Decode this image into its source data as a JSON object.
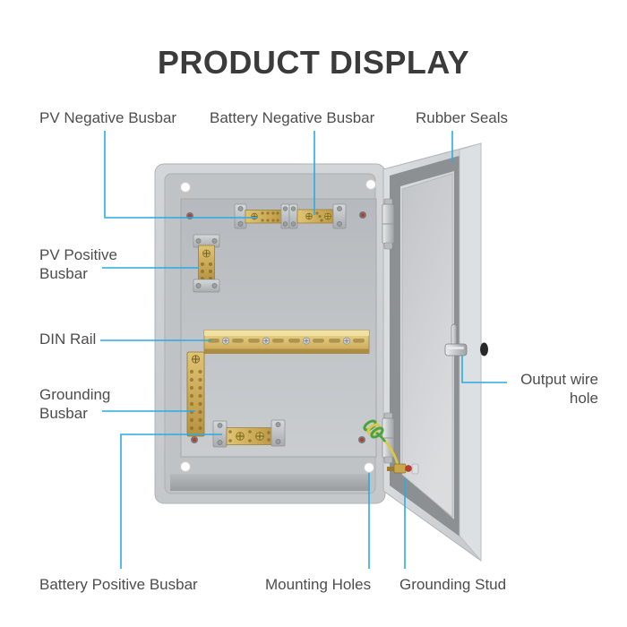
{
  "page_title": "PRODUCT DISPLAY",
  "callouts": {
    "pv_negative_busbar": "PV Negative Busbar",
    "battery_negative_busbar": "Battery Negative Busbar",
    "rubber_seals": "Rubber Seals",
    "pv_positive_busbar": "PV Positive Busbar",
    "din_rail": "DIN Rail",
    "grounding_busbar": "Grounding Busbar",
    "output_wire_hole": "Output wire hole",
    "battery_positive_busbar": "Battery Positive Busbar",
    "mounting_holes": "Mounting Holes",
    "grounding_stud": "Grounding Stud"
  },
  "colors": {
    "callout_accent": "#29ABE2",
    "title_text": "#3B3B3B",
    "label_text": "#4D4D4D",
    "enclosure_gray": "#CBCED1",
    "mounting_plate_gray": "#BEC2C5",
    "busbar_brass": "#C9A84C",
    "din_rail_gold": "#D8BC66",
    "rubber_seal_gray": "#8D9093",
    "ground_wire_yellow": "#DCC93E",
    "ground_wire_green": "#4AA33E"
  }
}
